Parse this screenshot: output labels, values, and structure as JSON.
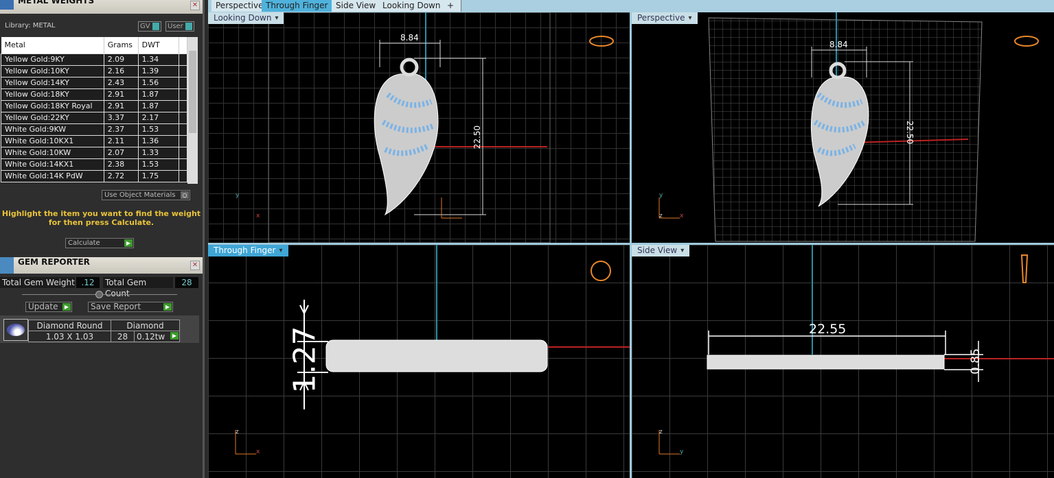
{
  "metal_weights": {
    "title": "METAL WEIGHTS",
    "library": "Library: METAL",
    "gv": "GV",
    "user": "User",
    "columns": [
      "Metal",
      "Grams",
      "DWT"
    ],
    "rows": [
      [
        "Yellow Gold:9KY",
        "2.09",
        "1.34"
      ],
      [
        "Yellow Gold:10KY",
        "2.16",
        "1.39"
      ],
      [
        "Yellow Gold:14KY",
        "2.43",
        "1.56"
      ],
      [
        "Yellow Gold:18KY",
        "2.91",
        "1.87"
      ],
      [
        "Yellow Gold:18KY Royal",
        "2.91",
        "1.87"
      ],
      [
        "Yellow Gold:22KY",
        "3.37",
        "2.17"
      ],
      [
        "White Gold:9KW",
        "2.37",
        "1.53"
      ],
      [
        "White Gold:10KX1",
        "2.11",
        "1.36"
      ],
      [
        "White Gold:10KW",
        "2.07",
        "1.33"
      ],
      [
        "White Gold:14KX1",
        "2.38",
        "1.53"
      ],
      [
        "White Gold:14K PdW",
        "2.72",
        "1.75"
      ]
    ],
    "use_object_materials": "Use Object Materials",
    "hint": "Highlight the item you want to find the weight for then press Calculate.",
    "calculate": "Calculate"
  },
  "gem_reporter": {
    "title": "GEM REPORTER",
    "total_weight_label": "Total Gem Weight",
    "total_weight": ".12",
    "total_count_label": "Total Gem Count",
    "total_count": "28",
    "update": "Update",
    "save_report": "Save Report",
    "gem": {
      "name": "Diamond Round",
      "type": "Diamond",
      "size": "1.03 X 1.03",
      "count": "28",
      "weight": "0.12tw"
    }
  },
  "tabs": [
    "Perspective",
    "Through Finger",
    "Side View",
    "Looking Down",
    "+"
  ],
  "active_tab": "Through Finger",
  "viewports": {
    "top_left": {
      "label": "Looking Down",
      "width_dim": "8.84",
      "height_dim": "22.50"
    },
    "top_right": {
      "label": "Perspective",
      "width_dim": "8.84",
      "height_dim": "22.50"
    },
    "bottom_left": {
      "label": "Through Finger",
      "thickness_dim": "1.27"
    },
    "bottom_right": {
      "label": "Side View",
      "length_dim": "22.55",
      "thickness_dim": "0.85"
    }
  },
  "axes": {
    "x": "x",
    "y": "y",
    "z": "z"
  }
}
